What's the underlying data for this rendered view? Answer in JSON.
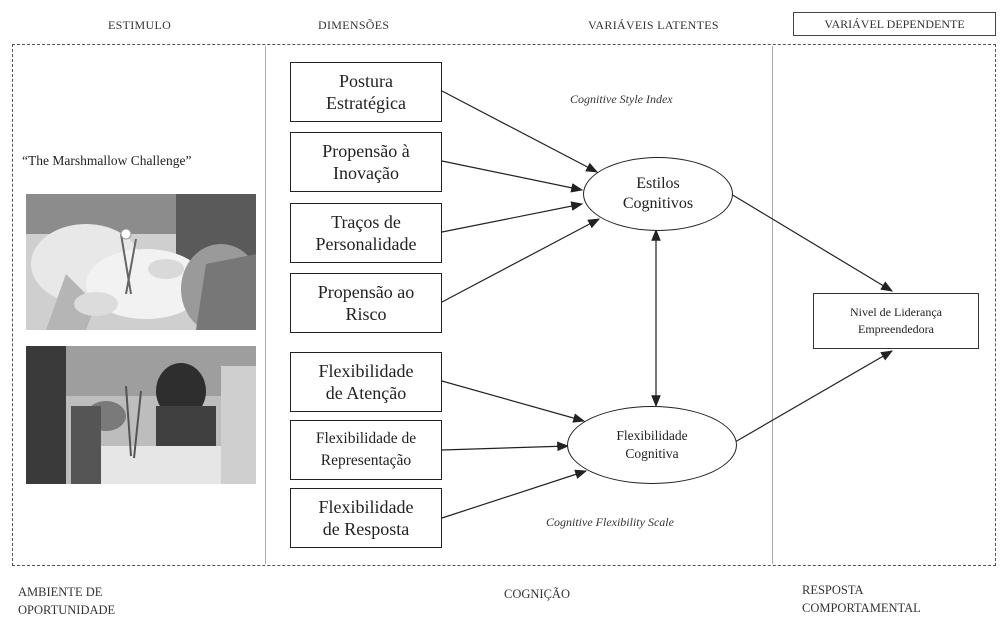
{
  "headers": {
    "stimulus": "ESTIMULO",
    "dimensions": "DIMENSÕES",
    "latent": "VARIÁVEIS LATENTES",
    "dependent": "VARIÁVEL DEPENDENTE"
  },
  "stimulus": {
    "title": "“The Marshmallow Challenge”"
  },
  "dimensions": [
    "Postura\nEstratégica",
    "Propensão à\nInovação",
    "Traços de\nPersonalidade",
    "Propensão ao\nRisco",
    "Flexibilidade\nde Atenção",
    "Flexibilidade de\nRepresentação",
    "Flexibilidade\nde Resposta"
  ],
  "latent": {
    "cognitive_styles": "Estilos\nCognitivos",
    "cognitive_flexibility": "Flexibilidade\nCognitiva",
    "csi_label": "Cognitive Style Index",
    "cfs_label": "Cognitive Flexibility Scale"
  },
  "dependent": {
    "label": "Nivel de Liderança\nEmpreendedora"
  },
  "footers": {
    "environment": "AMBIENTE DE\nOPORTUNIDADE",
    "cognition": "COGNIÇÃO",
    "response": "RESPOSTA\nCOMPORTAMENTAL"
  }
}
